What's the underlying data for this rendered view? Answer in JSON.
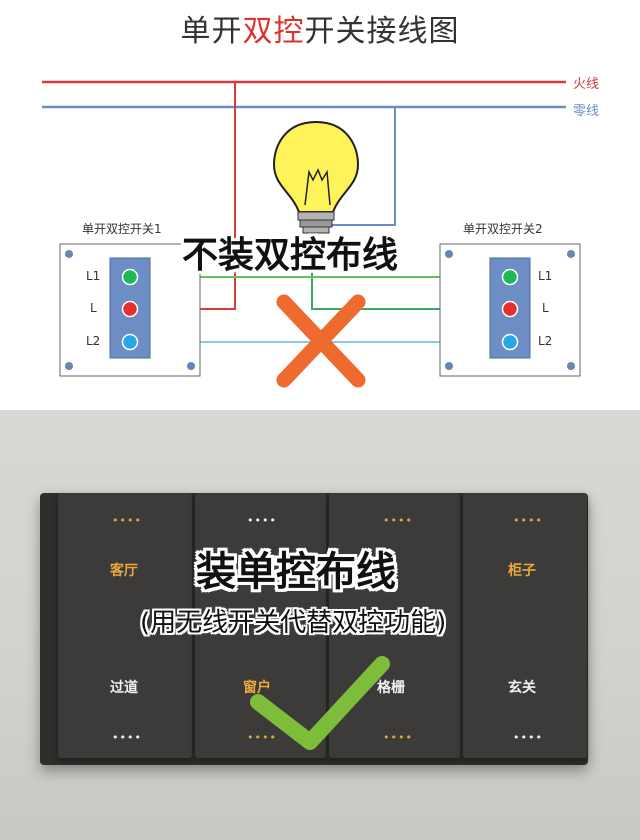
{
  "title": {
    "part1": "单开",
    "part2": "双控",
    "part3": "开关接线图"
  },
  "wires": {
    "live": "火线",
    "neutral": "零线"
  },
  "switch1": {
    "label": "单开双控开关1",
    "terminals": [
      "L1",
      "L",
      "L2"
    ]
  },
  "switch2": {
    "label": "单开双控开关2",
    "terminals": [
      "L1",
      "L",
      "L2"
    ]
  },
  "overlay_top": "不装双控布线",
  "overlay_bottom_main": "装单控布线",
  "overlay_bottom_sub": "(用无线开关代替双控功能)",
  "rooms": {
    "living_room": "客厅",
    "cabinet": "柜子",
    "corridor": "过道",
    "curtain": "窗户",
    "grille": "格栅",
    "entrance": "玄关"
  },
  "colors": {
    "live": "#d93a3a",
    "neutral": "#6b8cc7",
    "cross": "#ee6a2f",
    "check": "#7fc43a",
    "terminal_green": "#1db954",
    "terminal_red": "#e0312b",
    "terminal_blue": "#27a8e6"
  }
}
